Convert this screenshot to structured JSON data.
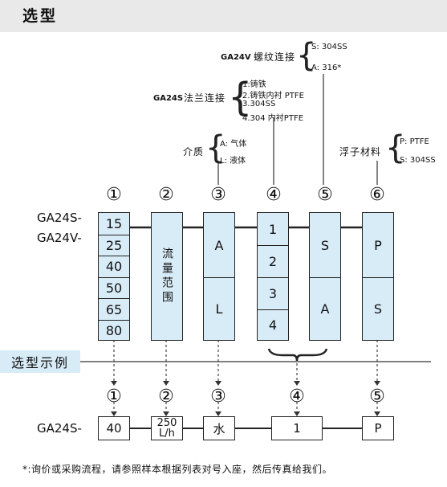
{
  "header": {
    "title": "选型"
  },
  "options": {
    "connection": {
      "model_label": "GA24V",
      "label": "螺纹连接",
      "items": [
        "S: 304SS",
        "A: 316*"
      ]
    },
    "flange": {
      "model_label": "GA24S",
      "label": "法兰连接",
      "items": [
        "1:铸铁",
        "2.铸铁内衬 PTFE",
        "3.304SS",
        "4.304 内衬PTFE"
      ]
    },
    "medium": {
      "label": "介质",
      "items": [
        "A: 气体",
        "L: 液体"
      ]
    },
    "float": {
      "label": "浮子材料",
      "items": [
        "P: PTFE",
        "S: 304SS"
      ]
    }
  },
  "models": [
    "GA24S-",
    "GA24V-"
  ],
  "columns": {
    "numbers": [
      "①",
      "②",
      "③",
      "④",
      "⑤",
      "⑥"
    ],
    "col1": [
      "15",
      "25",
      "40",
      "50",
      "65",
      "80"
    ],
    "col2": "流量范围",
    "col3": [
      "A",
      "L"
    ],
    "col4": [
      "1",
      "2",
      "3",
      "4"
    ],
    "col5": [
      "S",
      "A"
    ],
    "col6": [
      "P",
      "S"
    ]
  },
  "example": {
    "label": "选型示例",
    "numbers": [
      "①",
      "②",
      "③",
      "④",
      "⑤"
    ],
    "model": "GA24S-",
    "values": [
      "40",
      "250\nL/h",
      "水",
      "1",
      "P"
    ]
  },
  "footnote": "*:询价或采购流程，请参照样本根据列表对号入座，然后传真给我们。"
}
